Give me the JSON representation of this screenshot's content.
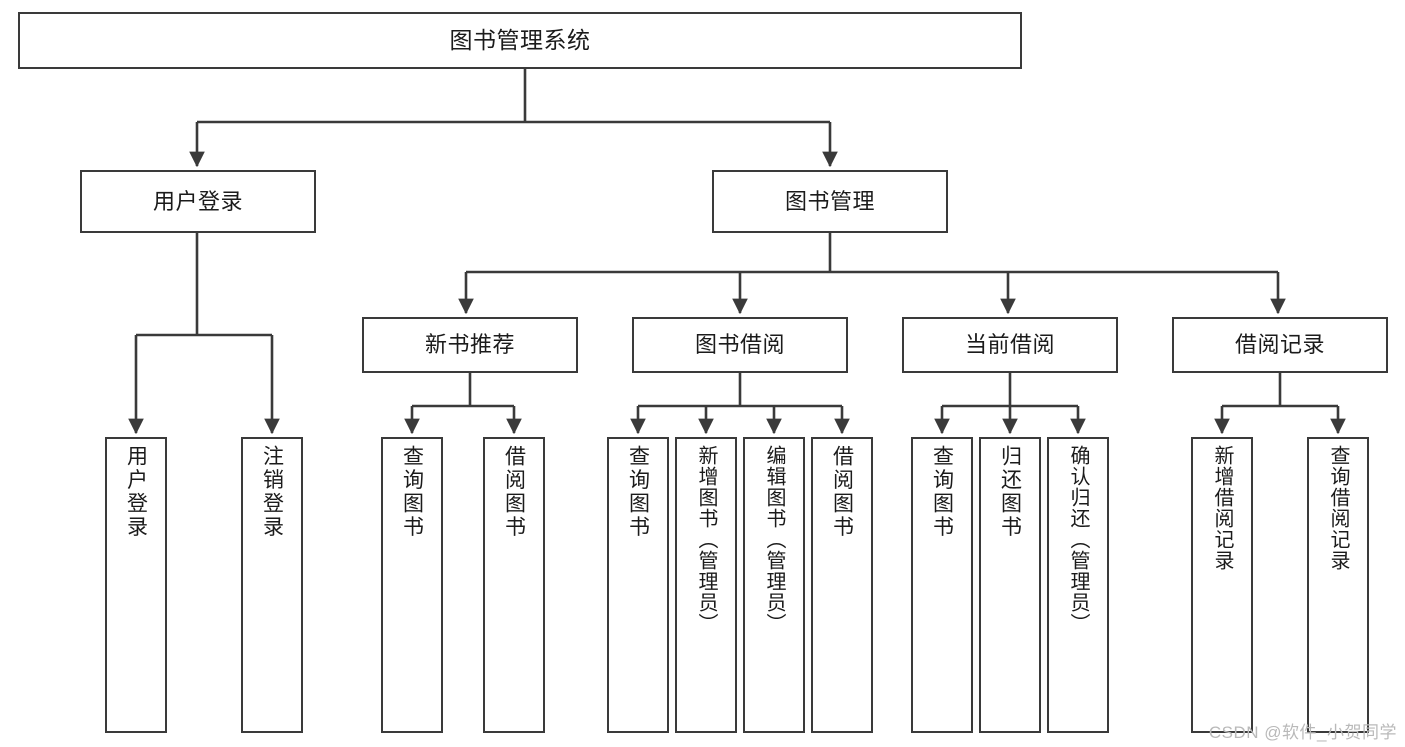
{
  "diagram": {
    "title": "图书管理系统",
    "type": "功能结构图",
    "stroke_color": "#3a3a3a",
    "background_color": "#ffffff",
    "text_color": "#1b1b1b"
  },
  "root": {
    "label": "图书管理系统"
  },
  "level2": [
    {
      "label": "用户登录"
    },
    {
      "label": "图书管理"
    }
  ],
  "level3": [
    {
      "label": "新书推荐"
    },
    {
      "label": "图书借阅"
    },
    {
      "label": "当前借阅"
    },
    {
      "label": "借阅记录"
    }
  ],
  "leaves": {
    "user_login": [
      {
        "label": "用户登录"
      },
      {
        "label": "注销登录"
      }
    ],
    "new_book_recommend": [
      {
        "label": "查询图书"
      },
      {
        "label": "借阅图书"
      }
    ],
    "book_borrow": [
      {
        "label": "查询图书"
      },
      {
        "label": "新增图书（管理员）"
      },
      {
        "label": "编辑图书（管理员）"
      },
      {
        "label": "借阅图书"
      }
    ],
    "current_borrow": [
      {
        "label": "查询图书"
      },
      {
        "label": "归还图书"
      },
      {
        "label": "确认归还（管理员）"
      }
    ],
    "borrow_record": [
      {
        "label": "新增借阅记录"
      },
      {
        "label": "查询借阅记录"
      }
    ]
  },
  "watermark": {
    "text": "CSDN @软件_小贺同学"
  }
}
